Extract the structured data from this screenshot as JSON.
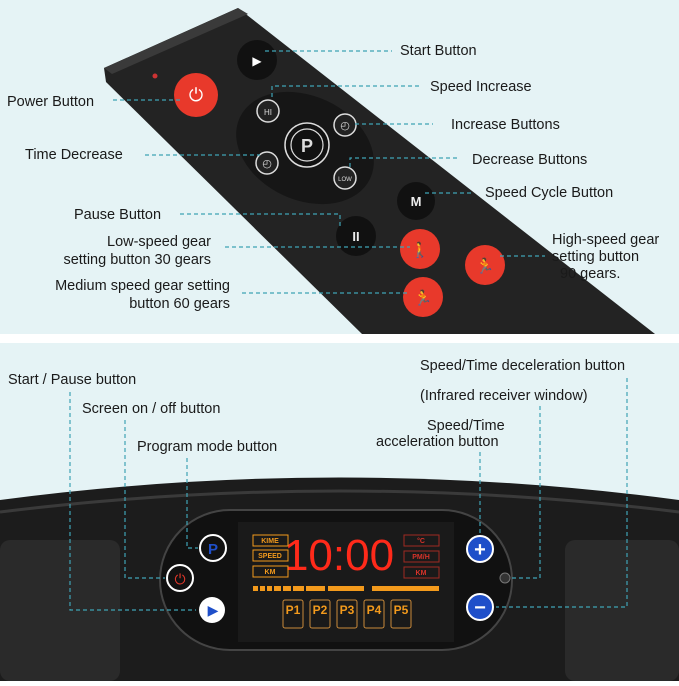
{
  "colors": {
    "background": "#e5f3f5",
    "accent_line": "#3fa3b5",
    "red_button": "#e8392b",
    "blue_button": "#1f4fc9",
    "led_red": "#ff2a1a",
    "led_orange": "#f39a1c"
  },
  "remote": {
    "labels": {
      "start": "Start Button",
      "speed_increase": "Speed Increase",
      "increase": "Increase Buttons",
      "decrease": "Decrease Buttons",
      "speed_cycle": "Speed Cycle Button",
      "power": "Power Button",
      "time_decrease": "Time Decrease",
      "pause": "Pause Button",
      "low_speed_1": "Low-speed gear",
      "low_speed_2": "setting button 30 gears",
      "medium_1": "Medium speed gear setting",
      "medium_2": "button 60 gears",
      "high_1": "High-speed gear",
      "high_2": "setting button",
      "high_3": "90 gears."
    },
    "button_glyphs": {
      "program": "P",
      "mode": "M",
      "high": "HI",
      "low": "LOW"
    }
  },
  "panel": {
    "labels": {
      "start_pause": "Start / Pause button",
      "screen": "Screen on / off button",
      "program": "Program mode button",
      "decel": "Speed/Time deceleration button",
      "infrared": "(Infrared receiver window)",
      "accel_1": "Speed/Time",
      "accel_2": "acceleration button"
    },
    "display": {
      "time": "10:00",
      "left_indicators": [
        "KIME",
        "SPEED",
        "KM"
      ],
      "right_indicators": [
        "°C",
        "PM/H",
        "KM"
      ],
      "programs": [
        "P1",
        "P2",
        "P3",
        "P4",
        "P5"
      ]
    },
    "button_glyphs": {
      "program": "P",
      "plus": "+",
      "minus": "−"
    }
  }
}
